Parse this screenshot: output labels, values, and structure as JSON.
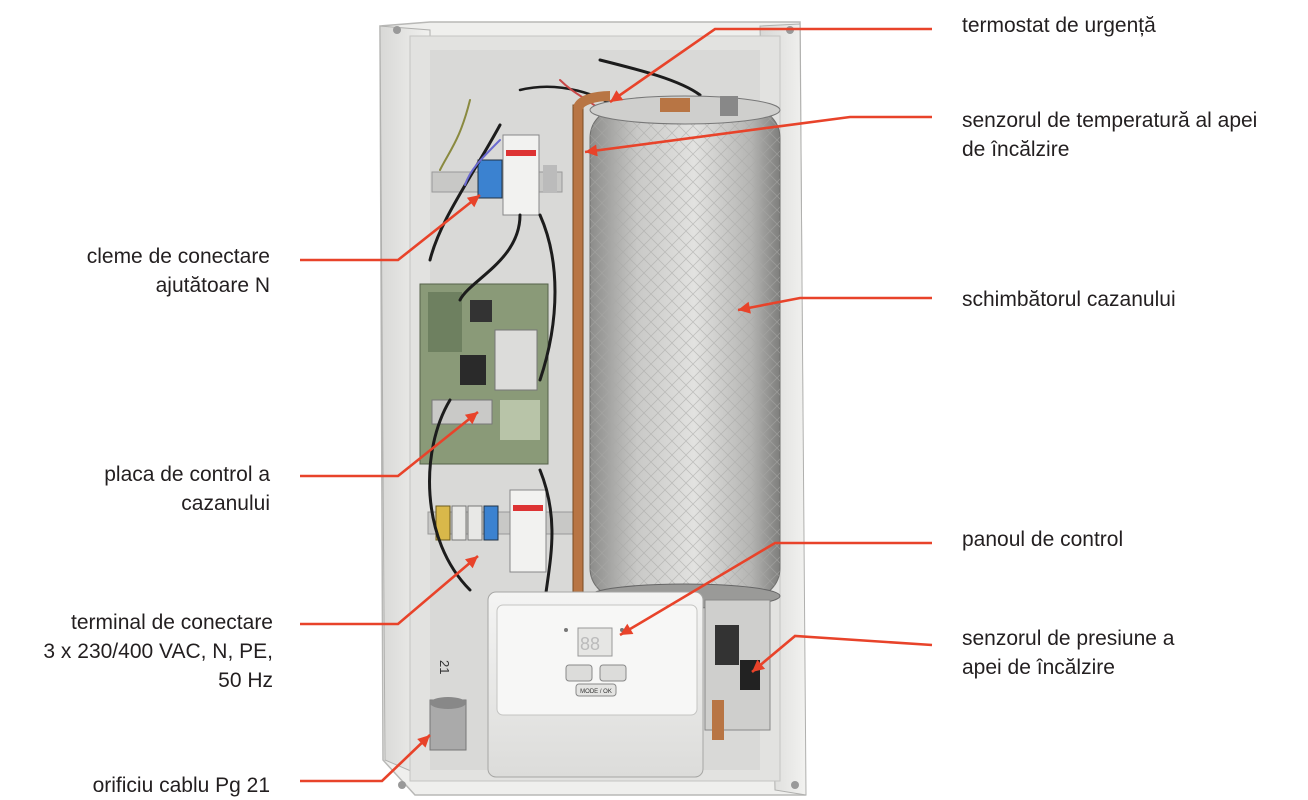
{
  "callouts": {
    "termostat": [
      "termostat de urgență"
    ],
    "senzor_temp": [
      "senzorul de temperatură al apei",
      "de încălzire"
    ],
    "cleme": [
      "cleme de conectare",
      "ajutătoare N"
    ],
    "schimbator": [
      "schimbătorul cazanului"
    ],
    "placa": [
      "placa de control a",
      "cazanului"
    ],
    "panou": [
      "panoul de control"
    ],
    "terminal": [
      "terminal de conectare",
      "3 x 230/400 VAC, N, PE,",
      "50 Hz"
    ],
    "senzor_presiune": [
      "senzorul de presiune a",
      "apei de încălzire"
    ],
    "orificiu": [
      "orificiu cablu Pg 21"
    ]
  },
  "device": {
    "panel_button_label": "MODE / OK",
    "side_label": "21"
  },
  "colors": {
    "leader_line": "#e8432a",
    "label_text": "#231f20",
    "cabinet": "#e4e4e2",
    "tank": "#b8b8b6",
    "pcb": "#8a9a78"
  }
}
